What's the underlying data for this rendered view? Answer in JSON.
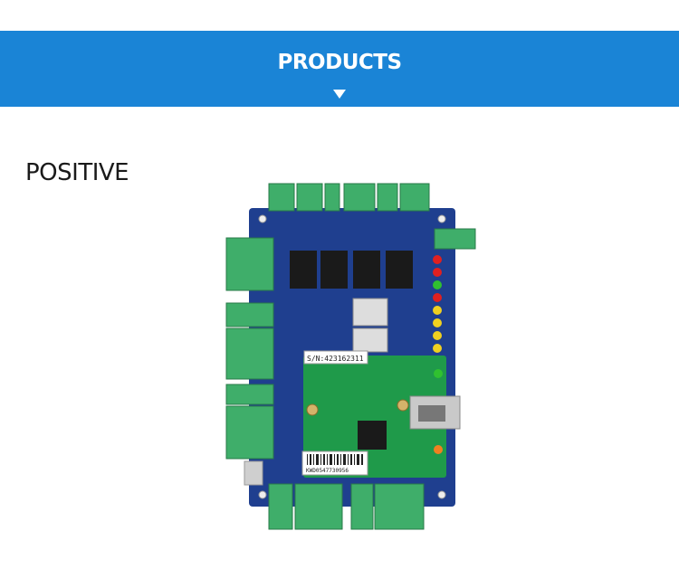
{
  "header": {
    "title": "PRODUCTS",
    "arrow_icon": "triangle-down-icon",
    "background_color": "#1a84d6"
  },
  "section": {
    "title": "POSITIVE"
  },
  "product_image": {
    "serial_label": "S/N:423162311",
    "barcode_text": "KWD0547730956",
    "board_color": "#1f3f8f",
    "module_color": "#1f9a4a",
    "terminal_color": "#3fae6a"
  }
}
